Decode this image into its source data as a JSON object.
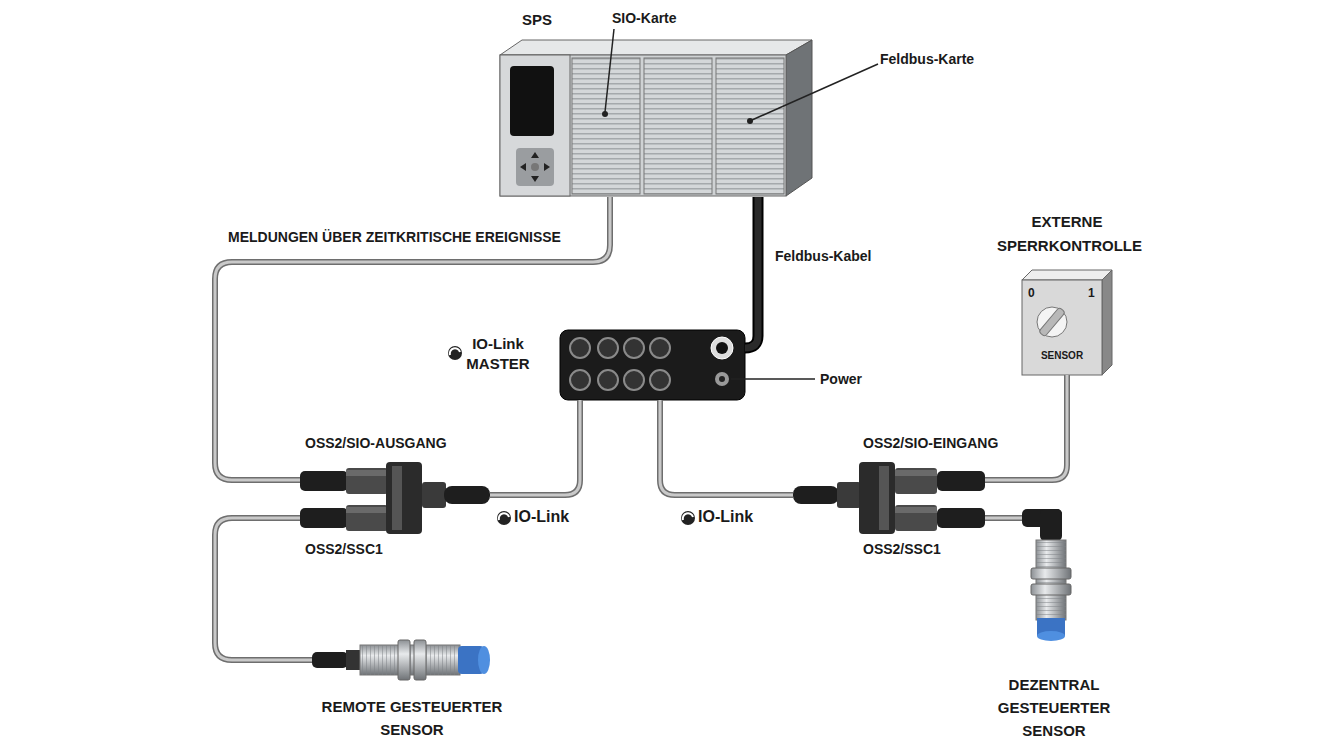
{
  "diagram": {
    "nodes": [
      {
        "text": [
          "SPS"
        ]
      },
      {
        "text": [
          "IO-Link MASTER"
        ]
      },
      {
        "text": [
          "OSS2/SIO-AUSGANG",
          "OSS2/SSC1"
        ]
      },
      {
        "text": [
          "OSS2/SIO-EINGANG",
          "OSS2/SSC1"
        ]
      },
      {
        "text": [
          "EXTERNE SPERRKONTROLLE",
          "0",
          "1",
          "SENSOR"
        ]
      },
      {
        "text": [
          "REMOTE GESTEUERTER SENSOR"
        ]
      },
      {
        "text": [
          "DEZENTRAL GESTEUERTER SENSOR"
        ]
      }
    ],
    "edges": [
      {
        "from": 0,
        "to": 2,
        "label": "MELDUNGEN ÜBER ZEITKRITISCHE EREIGNISSE",
        "arrow": "none"
      },
      {
        "from": 0,
        "to": 1,
        "label": "Feldbus-Kabel",
        "arrow": "none"
      },
      {
        "from": 1,
        "to": 2,
        "label": "IO-Link",
        "arrow": "none"
      },
      {
        "from": 1,
        "to": 3,
        "label": "IO-Link",
        "arrow": "none"
      },
      {
        "from": 2,
        "to": 5,
        "arrow": "none"
      },
      {
        "from": 3,
        "to": 4,
        "arrow": "none"
      },
      {
        "from": 3,
        "to": 6,
        "arrow": "none"
      }
    ],
    "labels": [
      "SIO-Karte",
      "Feldbus-Karte",
      "Power"
    ]
  }
}
